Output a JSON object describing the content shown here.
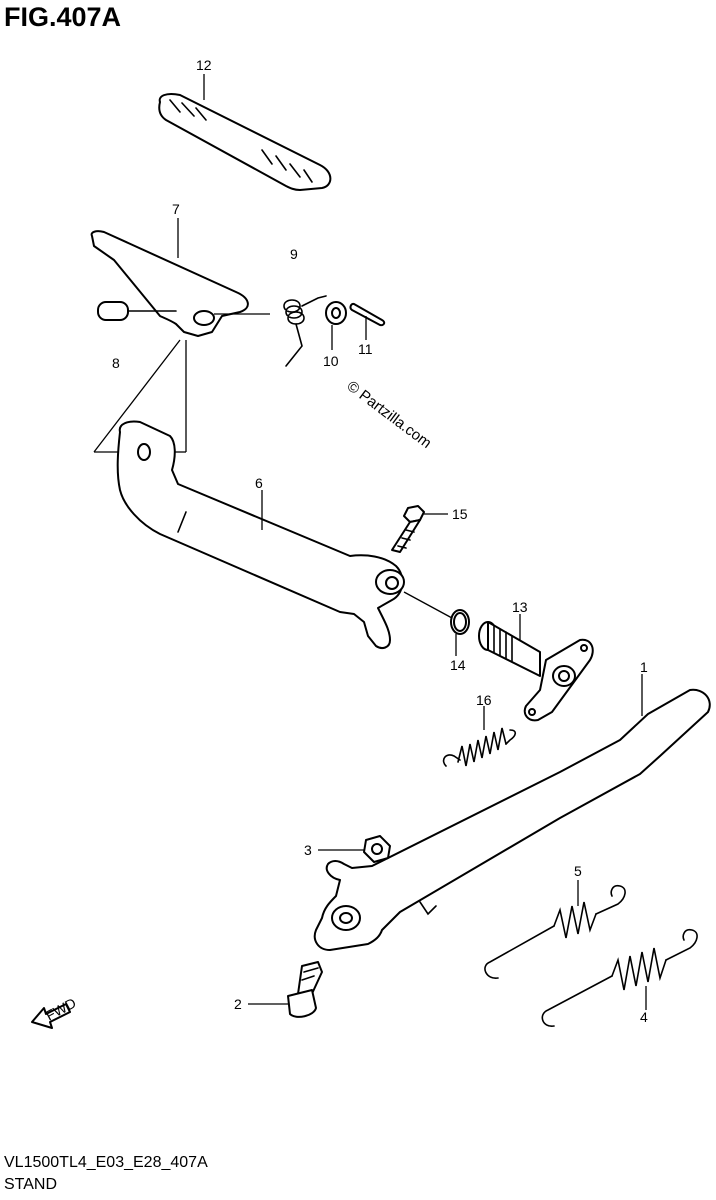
{
  "figure": {
    "title": "FIG.407A",
    "model_code": "VL1500TL4_E03_E28_407A",
    "section_name": "STAND"
  },
  "watermark": "© Partzilla.com",
  "fwd_marker": "FWD",
  "callouts": {
    "p1": "1",
    "p2": "2",
    "p3": "3",
    "p4": "4",
    "p5": "5",
    "p6": "6",
    "p7": "7",
    "p8": "8",
    "p9": "9",
    "p10": "10",
    "p11": "11",
    "p12": "12",
    "p13": "13",
    "p14": "14",
    "p15": "15",
    "p16": "16"
  }
}
